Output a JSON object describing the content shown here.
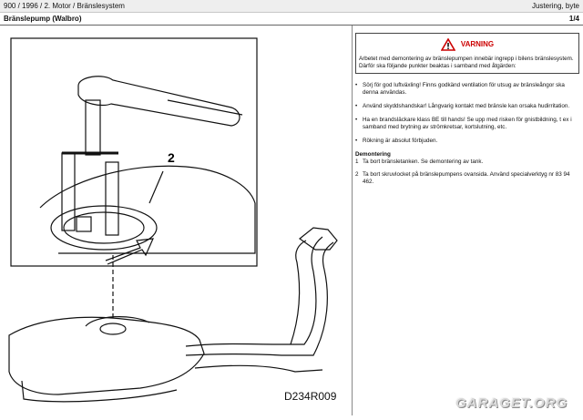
{
  "header": {
    "breadcrumb": "900 / 1996 / 2. Motor / Bränslesystem",
    "operation": "Justering, byte"
  },
  "title_bar": {
    "title": "Bränslepump (Walbro)",
    "page": "1/4"
  },
  "illustration": {
    "callout_number": "2",
    "figure_id": "D234R009"
  },
  "warning": {
    "title": "VARNING",
    "icon": "warning-triangle-icon",
    "text": "Arbetet med demontering av bränslepumpen innebär ingrepp i bilens bränslesystem. Därför ska följande punkter beaktas i samband med åtgärden:"
  },
  "bullets": [
    "Sörj för god luftväxling! Finns godkänd ventilation för utsug av bränsleångor ska denna användas.",
    "Använd skyddshandskar! Långvarig kontakt med bränsle kan orsaka hudirritation.",
    "Ha en brandsläckare klass BE till hands! Se upp med risken för gnistbildning, t ex i samband med brytning av strömkretsar, kortslutning, etc.",
    "Rökning är absolut förbjuden."
  ],
  "procedure": {
    "title": "Demontering",
    "steps": [
      {
        "num": "1",
        "text": "Ta bort bränsletanken. Se demontering av tank."
      },
      {
        "num": "2",
        "text": "Ta bort skruvlocket på bränslepumpens ovansida. Använd specialverktyg nr 83 94 462."
      }
    ]
  },
  "watermark": "GARAGET.ORG",
  "colors": {
    "warning": "#cc0000",
    "watermark": "#d9d9d9"
  }
}
